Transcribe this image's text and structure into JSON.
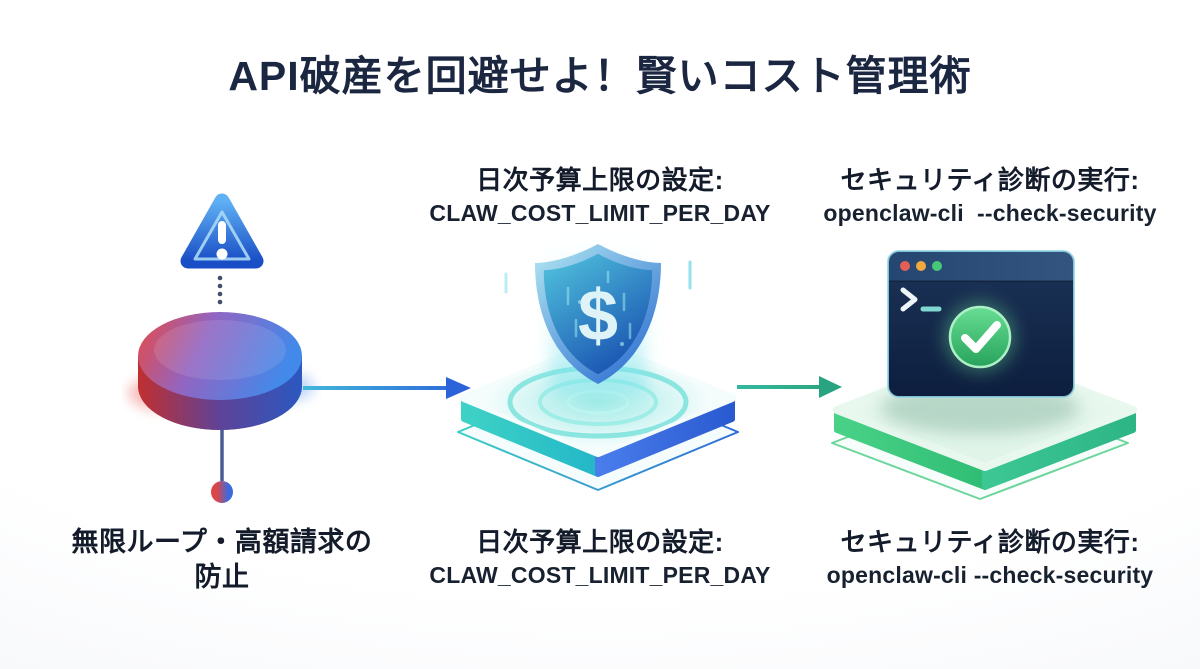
{
  "title": "API破産を回避せよ！賢いコスト管理術",
  "columns": {
    "left": {
      "caption": [
        "無限ループ・高額請求の",
        "防止"
      ],
      "icons": [
        "warning-triangle-icon",
        "gradient-disc-icon",
        "dotted-connector",
        "pin-dot"
      ]
    },
    "middle": {
      "top": {
        "label": "日次予算上限の設定:",
        "code": "CLAW_COST_LIMIT_PER_DAY"
      },
      "bottom": {
        "label": "日次予算上限の設定:",
        "code": "CLAW_COST_LIMIT_PER_DAY"
      },
      "currency_symbol": "$",
      "icons": [
        "dollar-shield-icon",
        "isometric-platform",
        "ripple-rings"
      ]
    },
    "right": {
      "top": {
        "label": "セキュリティ診断の実行:",
        "code": "openclaw-cli  --check-security"
      },
      "bottom": {
        "label": "セキュリティ診断の実行:",
        "code": "openclaw-cli --check-security"
      },
      "icons": [
        "terminal-window-icon",
        "check-circle-icon",
        "isometric-platform"
      ]
    }
  },
  "colors": {
    "title_text": "#1b2640",
    "body_text": "#141c2b",
    "alert_red": "#e84b47",
    "brand_blue": "#3f87e8",
    "arrow_blue": "#2b63d9",
    "arrow_teal": "#29a481",
    "shield_blue": "#1d5cb8",
    "shield_teal": "#52c6de",
    "success_green": "#2fae6e",
    "terminal_navy": "#11234a",
    "platform_teal": "#3ed2c6",
    "platform_green": "#49d287"
  }
}
